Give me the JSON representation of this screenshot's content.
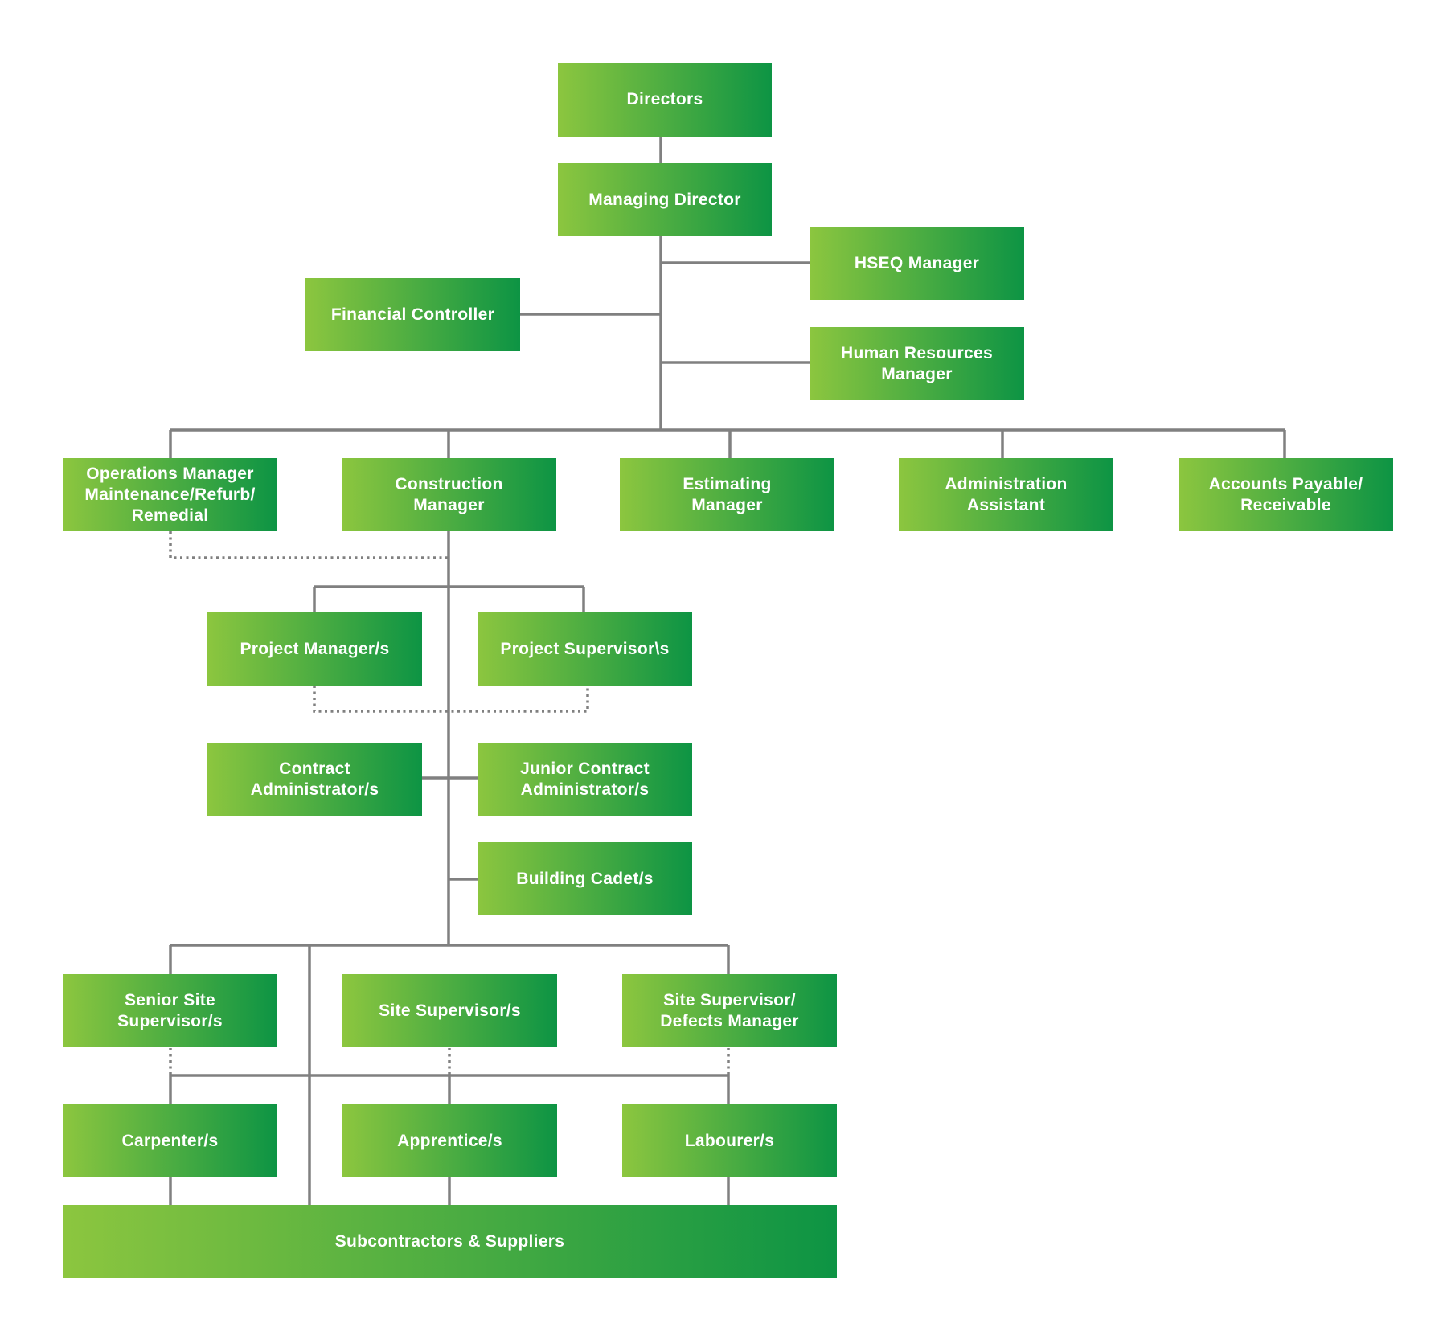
{
  "org_chart": {
    "directors": "Directors",
    "managing_director": "Managing Director",
    "hseq_manager": "HSEQ Manager",
    "financial_controller": "Financial Controller",
    "human_resources_manager": "Human Resources\nManager",
    "operations_manager": "Operations Manager\nMaintenance/Refurb/\nRemedial",
    "construction_manager": "Construction\nManager",
    "estimating_manager": "Estimating\nManager",
    "administration_assistant": "Administration\nAssistant",
    "accounts_payable_receivable": "Accounts Payable/\nReceivable",
    "project_managers": "Project Manager/s",
    "project_supervisors": "Project Supervisor\\s",
    "contract_administrators": "Contract\nAdministrator/s",
    "junior_contract_administrators": "Junior Contract\nAdministrator/s",
    "building_cadets": "Building Cadet/s",
    "senior_site_supervisors": "Senior Site\nSupervisor/s",
    "site_supervisors": "Site Supervisor/s",
    "site_supervisor_defects_manager": "Site Supervisor/\nDefects Manager",
    "carpenters": "Carpenter/s",
    "apprentices": "Apprentice/s",
    "labourers": "Labourer/s",
    "subcontractors_suppliers": "Subcontractors & Suppliers"
  },
  "colors": {
    "box_gradient_start": "#8cc63f",
    "box_gradient_end": "#0d9444",
    "connector": "#808080",
    "box_text": "#ffffff"
  }
}
